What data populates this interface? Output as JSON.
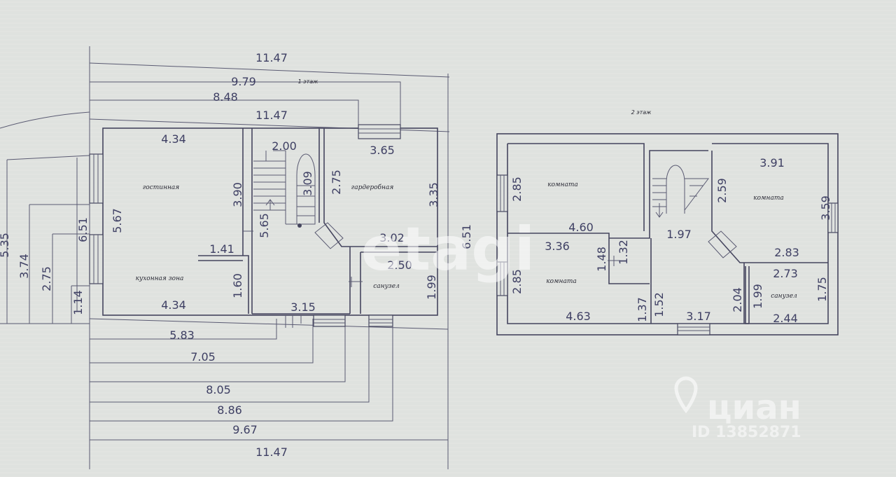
{
  "floors": [
    {
      "id": "f1",
      "label": "1 этаж"
    },
    {
      "id": "f2",
      "label": "2 этаж"
    }
  ],
  "rooms": [
    {
      "id": "living",
      "label": "гостинная"
    },
    {
      "id": "kitchen",
      "label": "кухонная зона"
    },
    {
      "id": "wardrobe",
      "label": "гардеробная"
    },
    {
      "id": "bath1",
      "label": "санузел"
    },
    {
      "id": "room_a",
      "label": "комната"
    },
    {
      "id": "room_b",
      "label": "комната"
    },
    {
      "id": "room_c",
      "label": "комната"
    },
    {
      "id": "bath2",
      "label": "санузел"
    }
  ],
  "dimensions": {
    "f1_top_1": "11.47",
    "f1_top_2": "9.79",
    "f1_top_3": "8.48",
    "f1_top_4": "11.47",
    "f1_bot_1": "5.83",
    "f1_bot_2": "7.05",
    "f1_bot_3": "8.05",
    "f1_bot_4": "8.86",
    "f1_bot_5": "9.67",
    "f1_bot_6": "11.47",
    "f1_left_1": "5.35",
    "f1_left_2": "3.74",
    "f1_left_3": "2.75",
    "f1_left_4": "1.14",
    "f1_left_5": "6.51",
    "f1_right": "6.51",
    "living_top": "4.34",
    "living_left": "5.67",
    "living_right": "3.90",
    "kitchen_bottom": "4.34",
    "kitchen_notch_w": "1.41",
    "kitchen_notch_h": "1.60",
    "stair_top": "2.00",
    "stair_h1": "3.09",
    "stair_h2": "5.65",
    "stair_bottom": "3.15",
    "wardrobe_top": "3.65",
    "wardrobe_left": "2.75",
    "wardrobe_right": "3.35",
    "wardrobe_bottom": "3.02",
    "bath1_top": "2.50",
    "bath1_right": "1.99",
    "room_a_left": "2.85",
    "room_a_bottom": "4.60",
    "room_b_top": "3.36",
    "room_b_left": "2.85",
    "room_b_right_1": "1.48",
    "room_b_bottom": "4.63",
    "room_b_right_2": "1.37",
    "hall_top": "1.97",
    "hall_left_1": "1.32",
    "hall_left_2": "1.52",
    "hall_bottom": "3.17",
    "hall_right": "2.04",
    "room_c_top": "3.91",
    "room_c_left": "2.59",
    "room_c_right": "3.59",
    "room_c_bottom": "2.83",
    "bath2_top": "2.73",
    "bath2_left": "1.99",
    "bath2_right": "1.75",
    "bath2_bottom": "2.44"
  },
  "watermark": {
    "brand": "циан",
    "id_text": "ID 13852871",
    "center_mark": "etagi"
  }
}
